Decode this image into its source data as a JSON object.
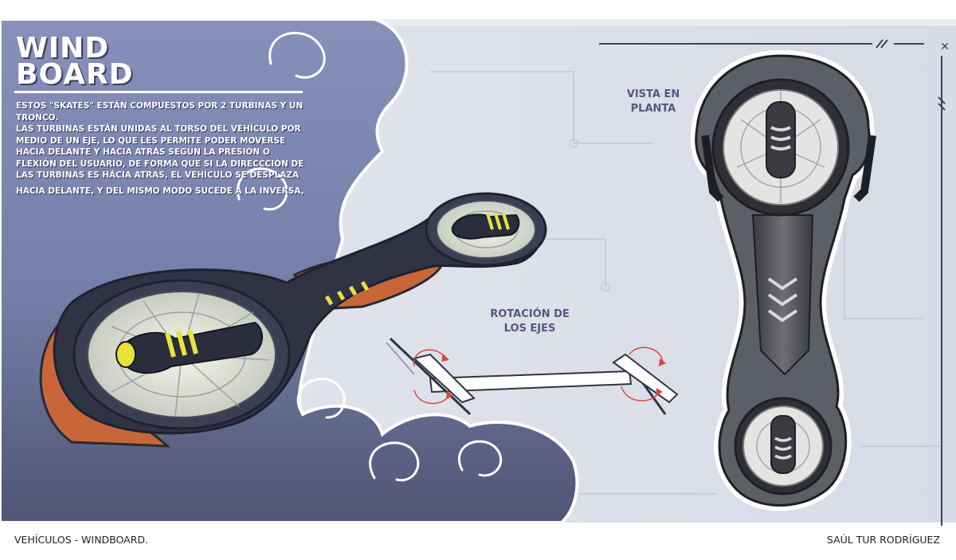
{
  "header": {
    "title_line1": "WIND",
    "title_line2": "BOARD"
  },
  "description": {
    "lines": [
      "ESTOS \"SKATES\" ESTÁN COMPUESTOS POR 2 TURBINAS Y UN",
      "TRONCO.",
      "LAS TURBINAS ESTÁN UNIDAS AL TORSO DEL VEHÍCULO POR",
      "MEDIO DE UN EJE, LO QUE LES PERMITE PODER MOVERSE",
      "HACIA DELANTE Y HACIA ATRÁS SEGÚN LA PRESIÓN O",
      "FLEXIÓN DEL USUARIO, DE FORMA QUE SI LA DIRECCCIÓN DE",
      "LAS TURBINAS ES HÁCIA ATRAS, EL VEHÍCULO SE DESPLAZA",
      "HACIA DELANTE, Y DEL MISMO MODO SUCEDE A LA INVERSA,"
    ]
  },
  "labels": {
    "rotation_line1": "ROTACIÓN DE",
    "rotation_line2": "LOS EJES",
    "plan_line1": "VISTA EN",
    "plan_line2": "PLANTA"
  },
  "footer": {
    "left": "VEHÍCULOS - WINDBOARD.",
    "right": "SAÚL TUR RODRÍGUEZ"
  },
  "colors": {
    "panel_blue": "#7f8ab5",
    "panel_dark": "#545a78",
    "background_grey": "#dfe2ec",
    "board_body": "#2f3344",
    "board_orange": "#c8663a",
    "accent_yellow": "#e8e23a",
    "rotation_arrow": "#d9473a",
    "plan_grey": "#8d8f95"
  }
}
